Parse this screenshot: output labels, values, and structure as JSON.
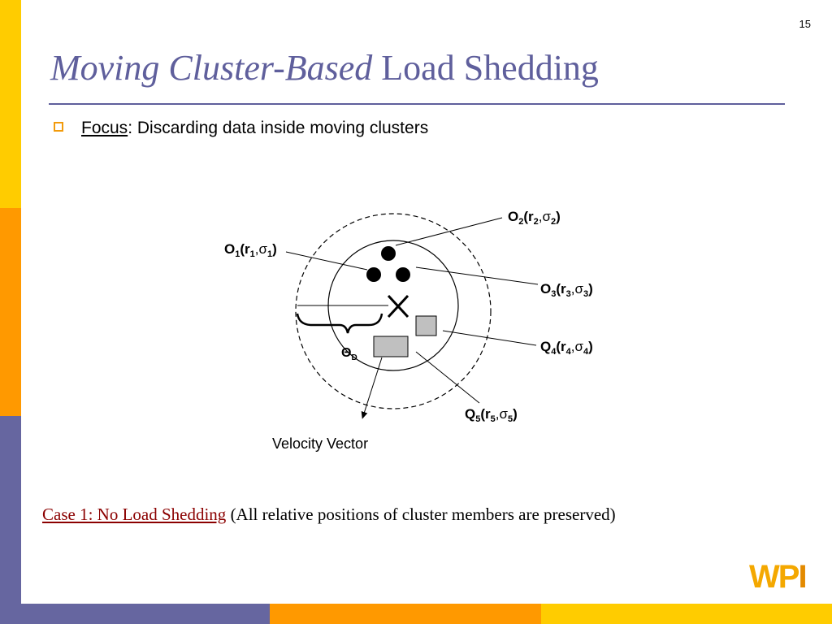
{
  "slide": {
    "number": "15"
  },
  "title": {
    "italic": "Moving Cluster-Based",
    "rest": " Load Shedding"
  },
  "bullet": {
    "term": "Focus",
    "text": ": Discarding data inside moving clusters"
  },
  "diagram": {
    "labels": {
      "o1": {
        "base": "O",
        "sub": "1",
        "open": "(r",
        "rsub": "1",
        "sigma": ",σ",
        "ssub": "1",
        "close": ")"
      },
      "o2": {
        "base": "O",
        "sub": "2",
        "open": "(r",
        "rsub": "2",
        "sigma": ",σ",
        "ssub": "2",
        "close": ")"
      },
      "o3": {
        "base": "O",
        "sub": "3",
        "open": "(r",
        "rsub": "3",
        "sigma": ",σ",
        "ssub": "3",
        "close": ")"
      },
      "q4": {
        "base": "Q",
        "sub": "4",
        "open": "(r",
        "rsub": "4",
        "sigma": ",σ",
        "ssub": "4",
        "close": ")"
      },
      "q5": {
        "base": "Q",
        "sub": "5",
        "open": "(r",
        "rsub": "5",
        "sigma": ",σ",
        "ssub": "5",
        "close": ")"
      }
    },
    "theta": {
      "base": "Θ",
      "sub": "D"
    },
    "velocity_label": "Velocity Vector"
  },
  "caption": {
    "link": "Case 1: No Load Shedding",
    "rest": " (All relative positions of cluster members are preserved)"
  },
  "logo": {
    "w": "W",
    "p": "P",
    "i": "I"
  },
  "colors": {
    "title": "#5f5f9c",
    "accent_yellow": "#ffcc00",
    "accent_orange": "#ff9900",
    "accent_purple": "#6666a0",
    "link": "#8b0000"
  }
}
